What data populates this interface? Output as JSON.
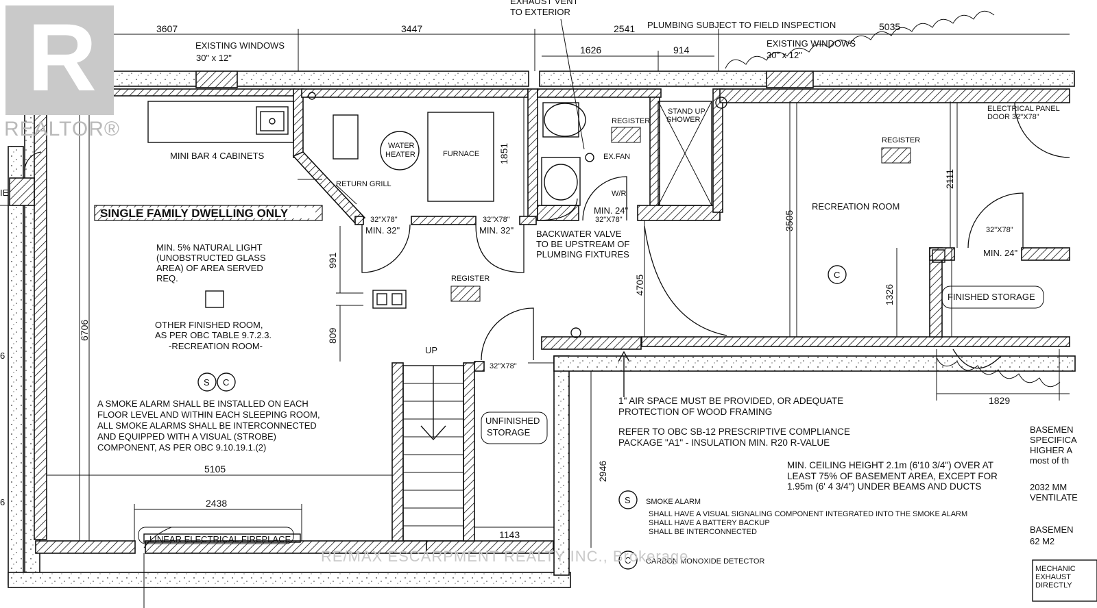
{
  "logo": {
    "mark": "R",
    "text": "REALTOR®"
  },
  "watermark": "RE/MAX ESCARPMENT REALTY INC., Brokerage",
  "dimensions": {
    "top_3607": "3607",
    "top_3447": "3447",
    "top_2541": "2541",
    "top_5035": "5035",
    "d1626": "1626",
    "d914": "914",
    "d1851": "1851",
    "d991": "991",
    "d809": "809",
    "d6706": "6706",
    "d5105": "5105",
    "d2438": "2438",
    "d1143": "1143",
    "d2946": "2946",
    "d4705": "4705",
    "d3505": "3505",
    "d1326": "1326",
    "d2111": "2111",
    "d1829": "1829"
  },
  "labels": {
    "exhaust_vent": "EXHAUST VENT",
    "to_exterior": "TO EXTERIOR",
    "plumbing_note": "PLUMBING SUBJECT TO FIELD INSPECTION",
    "existing_windows_1": "EXISTING WINDOWS",
    "window_size_1": "30\" x 12\"",
    "existing_windows_2": "EXISTING WINDOWS",
    "window_size_2": "30\" x 12\"",
    "mini_bar": "MINI BAR 4 CABINETS",
    "return_grill": "RETURN GRILL",
    "water_heater_1": "WATER",
    "water_heater_2": "HEATER",
    "furnace": "FURNACE",
    "register_1": "REGISTER",
    "register_2": "REGISTER",
    "register_3": "REGISTER",
    "ex_fan": "EX.FAN",
    "wr": "W/R",
    "stand_up_1": "STAND UP",
    "stand_up_2": "SHOWER",
    "electrical_panel_1": "ELECTRICAL PANEL",
    "electrical_panel_2": "DOOR 32\"X78\"",
    "single_family": "SINGLE FAMILY DWELLING ONLY",
    "door_a": "32\"X78\"",
    "min_a": "MIN. 32\"",
    "door_b": "32\"X78\"",
    "min_b": "MIN. 32\"",
    "door_c": "32\"X78\"",
    "min_c": "MIN. 24\"",
    "door_d": "32\"X78\"",
    "min_d": "MIN. 24\"",
    "door_e": "32\"X78\"",
    "backwater_1": "BACKWATER VALVE",
    "backwater_2": "TO BE UPSTREAM OF",
    "backwater_3": "PLUMBING FIXTURES",
    "recreation_room": "RECREATION ROOM",
    "finished_storage": "FINISHED STORAGE",
    "natural_light_1": "MIN. 5% NATURAL LIGHT",
    "natural_light_2": "(UNOBSTRUCTED GLASS",
    "natural_light_3": "AREA) OF AREA SERVED",
    "natural_light_4": "REQ.",
    "other_room_1": "OTHER FINISHED ROOM,",
    "other_room_2": "AS PER OBC TABLE 9.7.2.3.",
    "other_room_3": "-RECREATION ROOM-",
    "up": "UP",
    "unfinished_1": "UNFINISHED",
    "unfinished_2": "STORAGE",
    "smoke_alarm_note_1": "A SMOKE ALARM SHALL BE INSTALLED ON EACH",
    "smoke_alarm_note_2": "FLOOR LEVEL AND WITHIN EACH SLEEPING ROOM,",
    "smoke_alarm_note_3": "ALL SMOKE ALARMS SHALL BE INTERCONNECTED",
    "smoke_alarm_note_4": "AND EQUIPPED WITH A VISUAL (STROBE)",
    "smoke_alarm_note_5": "COMPONENT, AS PER OBC 9.10.19.1.(2)",
    "fireplace": "LINEAR ELECTRICAL FIREPLACE",
    "air_space_1": "1\" AIR SPACE MUST BE PROVIDED, OR ADEQUATE",
    "air_space_2": "PROTECTION OF WOOD FRAMING",
    "refer_obc_1": "REFER TO OBC SB-12 PRESCRIPTIVE COMPLIANCE",
    "refer_obc_2": "PACKAGE \"A1\" - INSULATION MIN. R20 R-VALUE",
    "ceiling_1": "MIN. CEILING HEIGHT 2.1m (6'10 3/4\") OVER AT",
    "ceiling_2": "LEAST 75% OF BASEMENT AREA, EXCEPT FOR",
    "ceiling_3": "1.95m (6' 4 3/4\") UNDER BEAMS AND DUCTS",
    "legend_s": "S",
    "legend_smoke": "SMOKE ALARM",
    "legend_b1": "SHALL HAVE A VISUAL SIGNALING COMPONENT INTEGRATED INTO THE SMOKE ALARM",
    "legend_b2": "SHALL HAVE A BATTERY BACKUP",
    "legend_b3": "SHALL BE INTERCONNECTED",
    "legend_c": "C",
    "legend_co": "CARBON MONOXIDE DETECTOR",
    "right_basement_1": "BASEMEN",
    "right_basement_2": "SPECIFICA",
    "right_basement_3": "HIGHER A",
    "right_basement_4": "most of th",
    "right_2032": "2032 MM",
    "right_ventilat": "VENTILATE",
    "right_basement_area": "BASEMEN",
    "right_62m2": "62 M2",
    "right_mech_1": "MECHANIC",
    "right_mech_2": "EXHAUST",
    "right_mech_3": "DIRECTLY",
    "left_edge_1": "IE",
    "left_edge_2": "6",
    "left_edge_3": "6",
    "sym_s": "S",
    "sym_c": "C",
    "sym_c2": "C"
  }
}
